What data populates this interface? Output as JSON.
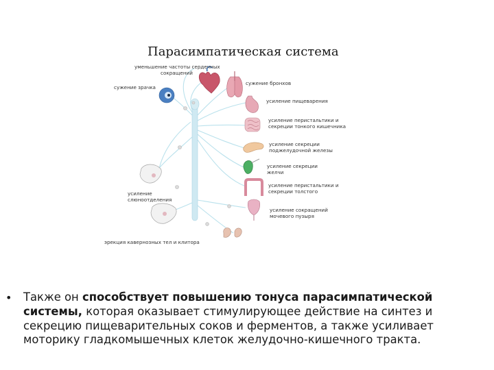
{
  "diagram": {
    "title": "Парасимпатическая система",
    "labels": {
      "heart": [
        "уменьшение частоты сердечных",
        "сокращений"
      ],
      "pupil": [
        "сужение зрачка"
      ],
      "bronchi": [
        "сужение бронхов"
      ],
      "digestion": [
        "усиление пищеварения"
      ],
      "intestine": [
        "усиление перистальтики и",
        "секреции тонкого кишечника"
      ],
      "pancreas": [
        "усиление секреции",
        "поджелудочной железы"
      ],
      "bile": [
        "усиление секреции",
        "желчи"
      ],
      "colon": [
        "усиление перистальтики и",
        "секреции толстого"
      ],
      "bladder": [
        "усиление сокращений",
        "мочевого пузыря"
      ],
      "salivation": [
        "усиление",
        "слюноотделения"
      ],
      "erection": [
        "эрекция кавернозных тел и клитора"
      ]
    }
  },
  "bullet": {
    "lead": "Также он ",
    "bold": "способствует повышению тонуса парасимпатической системы,",
    "rest": " которая оказывает стимулирующее действие на синтез  и секрецию пищеварительных  соков и ферментов, а также усиливает моторику гладкомышечных клеток желудочно-кишечного тракта."
  }
}
